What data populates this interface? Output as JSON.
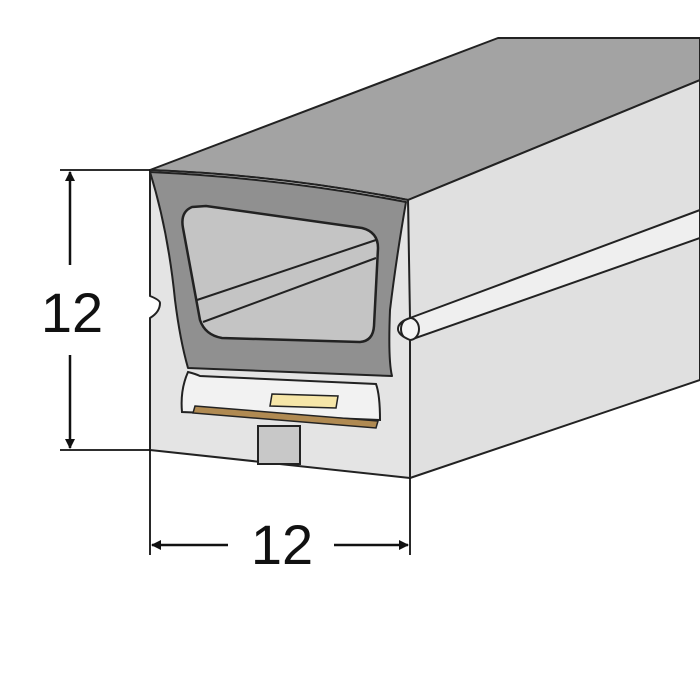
{
  "dimensions": {
    "height_label": "12",
    "width_label": "12"
  },
  "colors": {
    "profile_top": "#a3a3a3",
    "profile_front": "#909090",
    "profile_side": "#e0e0e0",
    "front_frame": "#e4e4e4",
    "diffuser_window": "#c4c4c4",
    "led_chip": "#f6e6a8",
    "pcb_strip": "#b08a52",
    "outline": "#222222",
    "dimension_line": "#111111"
  },
  "parts": {
    "profile": "silicone-neon-profile",
    "led": "led-chip",
    "pcb": "led-pcb-strip"
  }
}
